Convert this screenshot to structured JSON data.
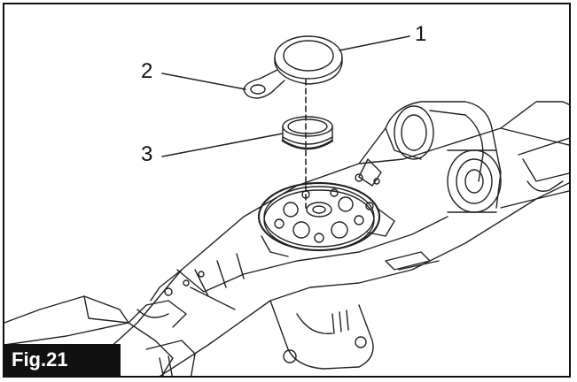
{
  "figure": {
    "label": "Fig.21",
    "callouts": [
      {
        "id": "1",
        "text": "1"
      },
      {
        "id": "2",
        "text": "2"
      },
      {
        "id": "3",
        "text": "3"
      }
    ]
  },
  "colors": {
    "line": "#222222",
    "label_bg": "#111111",
    "label_text": "#ffffff"
  }
}
